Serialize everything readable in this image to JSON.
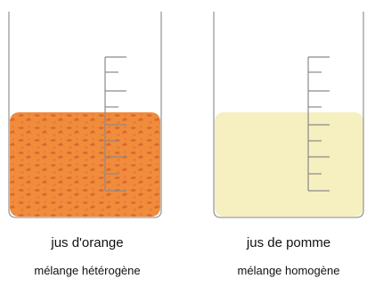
{
  "beakers": [
    {
      "title": "jus d'orange",
      "subtitle": "mélange hétérogène",
      "fill_color": "#f08c3c",
      "speckle_color": "#d8622a",
      "liquid_level": 0.6
    },
    {
      "title": "jus de pomme",
      "subtitle": "mélange homogène",
      "fill_color": "#f6efc0",
      "speckle_color": "#f1e8b4",
      "liquid_level": 0.6
    }
  ],
  "colors": {
    "glass_outline": "#9a9a9a",
    "graduation": "#8a8a8a"
  }
}
